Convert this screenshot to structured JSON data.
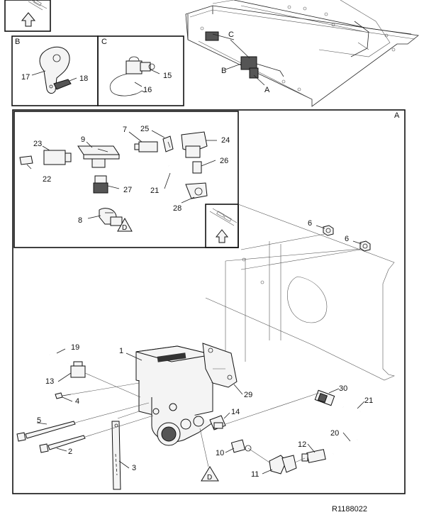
{
  "callouts": {
    "c1": "1",
    "c2": "2",
    "c3": "3",
    "c4": "4",
    "c5": "5",
    "c6a": "6",
    "c6b": "6",
    "c7": "7",
    "c8": "8",
    "c9": "9",
    "c10": "10",
    "c11": "11",
    "c12": "12",
    "c13": "13",
    "c14": "14",
    "c15": "15",
    "c16": "16",
    "c17": "17",
    "c18": "18",
    "c19": "19",
    "c20": "20",
    "c21a": "21",
    "c21b": "21",
    "c22": "22",
    "c23": "23",
    "c24": "24",
    "c25": "25",
    "c26": "26",
    "c27": "27",
    "c28": "28",
    "c29": "29",
    "c30": "30"
  },
  "letters": {
    "top_A": "A",
    "top_B": "B",
    "top_C": "C",
    "panel_B": "B",
    "panel_C": "C",
    "panel_A": "A",
    "triangle_D1": "D",
    "triangle_D2": "D"
  },
  "reference_code": "R1188022",
  "icons": [
    "forward-arrow-icon",
    "orientation-indicator-icon",
    "warning-triangle-icon"
  ],
  "colors": {
    "line": "#222222",
    "background": "#ffffff",
    "fill_light": "#f4f4f4",
    "fill_dark": "#555555"
  }
}
